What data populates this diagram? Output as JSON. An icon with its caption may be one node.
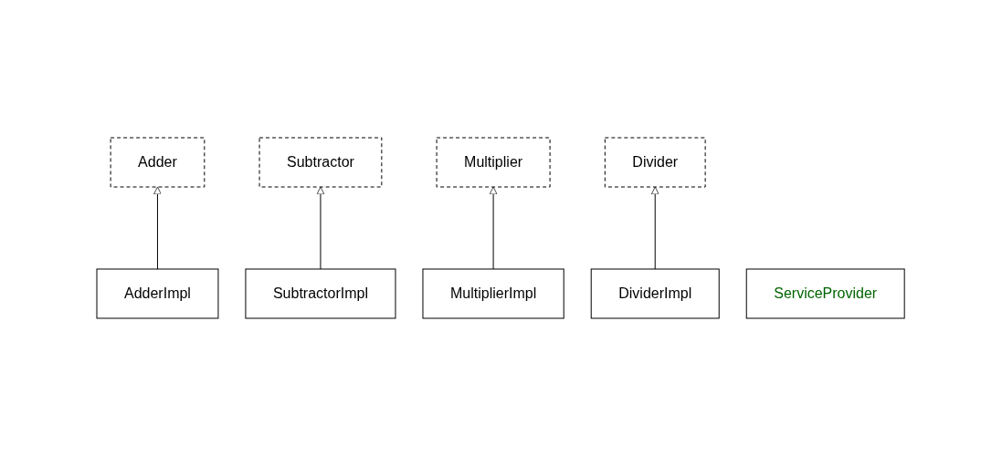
{
  "diagram": {
    "nodes": [
      {
        "text": [
          "Adder"
        ]
      },
      {
        "text": [
          "Subtractor"
        ]
      },
      {
        "text": [
          "Multiplier"
        ]
      },
      {
        "text": [
          "Divider"
        ]
      },
      {
        "text": [
          "AdderImpl"
        ]
      },
      {
        "text": [
          "SubtractorImpl"
        ]
      },
      {
        "text": [
          "MultiplierImpl"
        ]
      },
      {
        "text": [
          "DividerImpl"
        ]
      },
      {
        "text": [
          "ServiceProvider"
        ]
      }
    ],
    "edges": [
      {
        "from": 4,
        "to": 0,
        "arrow": "to"
      },
      {
        "from": 5,
        "to": 1,
        "arrow": "to"
      },
      {
        "from": 6,
        "to": 2,
        "arrow": "to"
      },
      {
        "from": 7,
        "to": 3,
        "arrow": "to"
      }
    ]
  }
}
